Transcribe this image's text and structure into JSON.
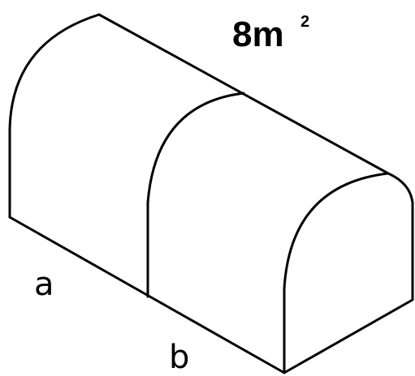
{
  "area_label": {
    "value": "8m",
    "exponent": "2"
  },
  "edge_labels": {
    "a": "a",
    "b": "b"
  }
}
